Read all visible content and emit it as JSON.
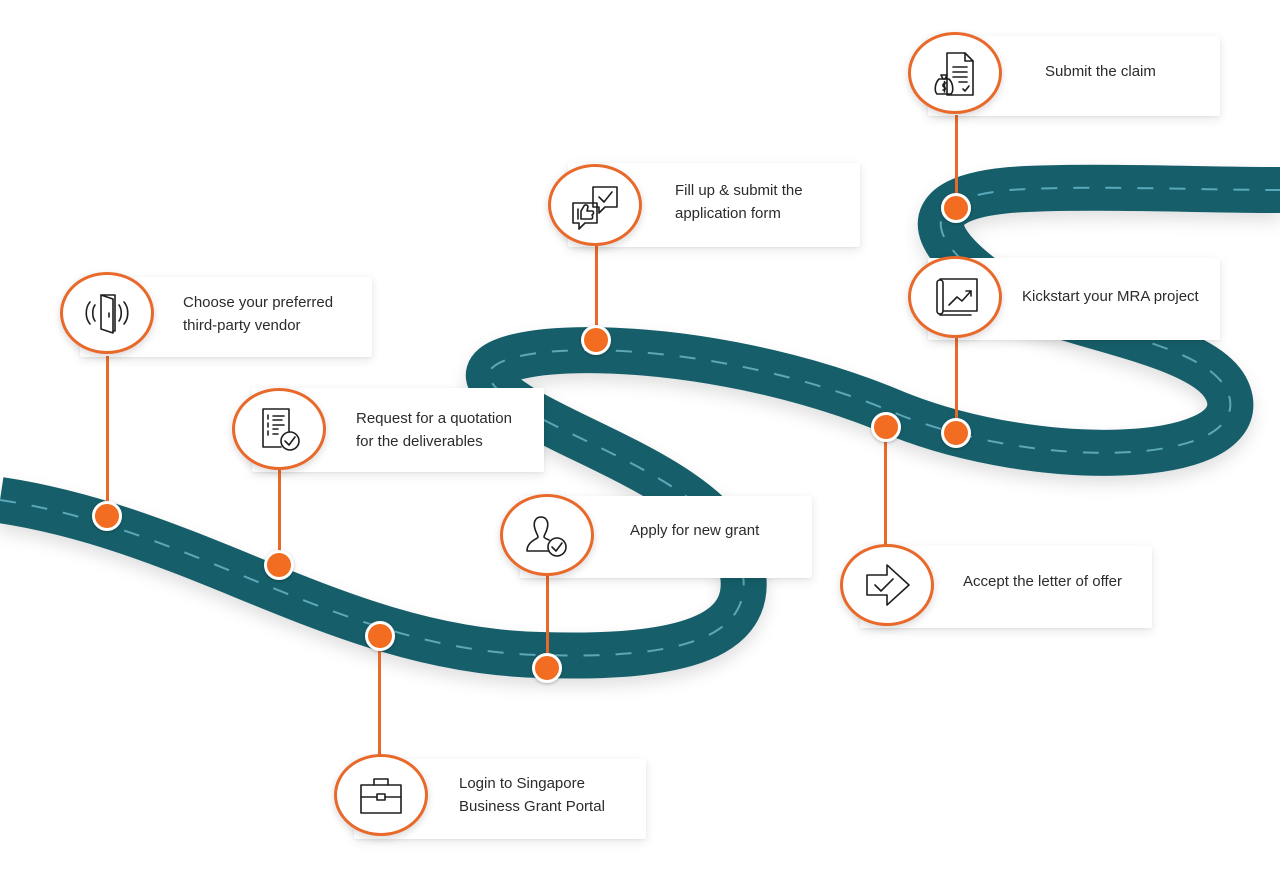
{
  "colors": {
    "road": "#175f6b",
    "road_dash": "#5aa8b8",
    "accent": "#f26d21",
    "badge_border": "#e8692a",
    "text": "#2b2b2b"
  },
  "steps": [
    {
      "id": "login",
      "label": "Login to Singapore\nBusiness Grant Portal",
      "icon": "briefcase-icon"
    },
    {
      "id": "vendor",
      "label": "Choose your preferred\nthird-party vendor",
      "icon": "door-icon"
    },
    {
      "id": "quotation",
      "label": "Request for a quotation\nfor the deliverables",
      "icon": "document-check-icon"
    },
    {
      "id": "apply",
      "label": "Apply for new grant",
      "icon": "user-check-icon"
    },
    {
      "id": "application",
      "label": "Fill up & submit the\napplication form",
      "icon": "thumbs-up-chat-icon"
    },
    {
      "id": "offer",
      "label": "Accept the letter of offer",
      "icon": "arrow-check-icon"
    },
    {
      "id": "kickstart",
      "label": "Kickstart your MRA project",
      "icon": "chart-scroll-icon"
    },
    {
      "id": "claim",
      "label": "Submit the claim",
      "icon": "money-document-icon"
    }
  ]
}
